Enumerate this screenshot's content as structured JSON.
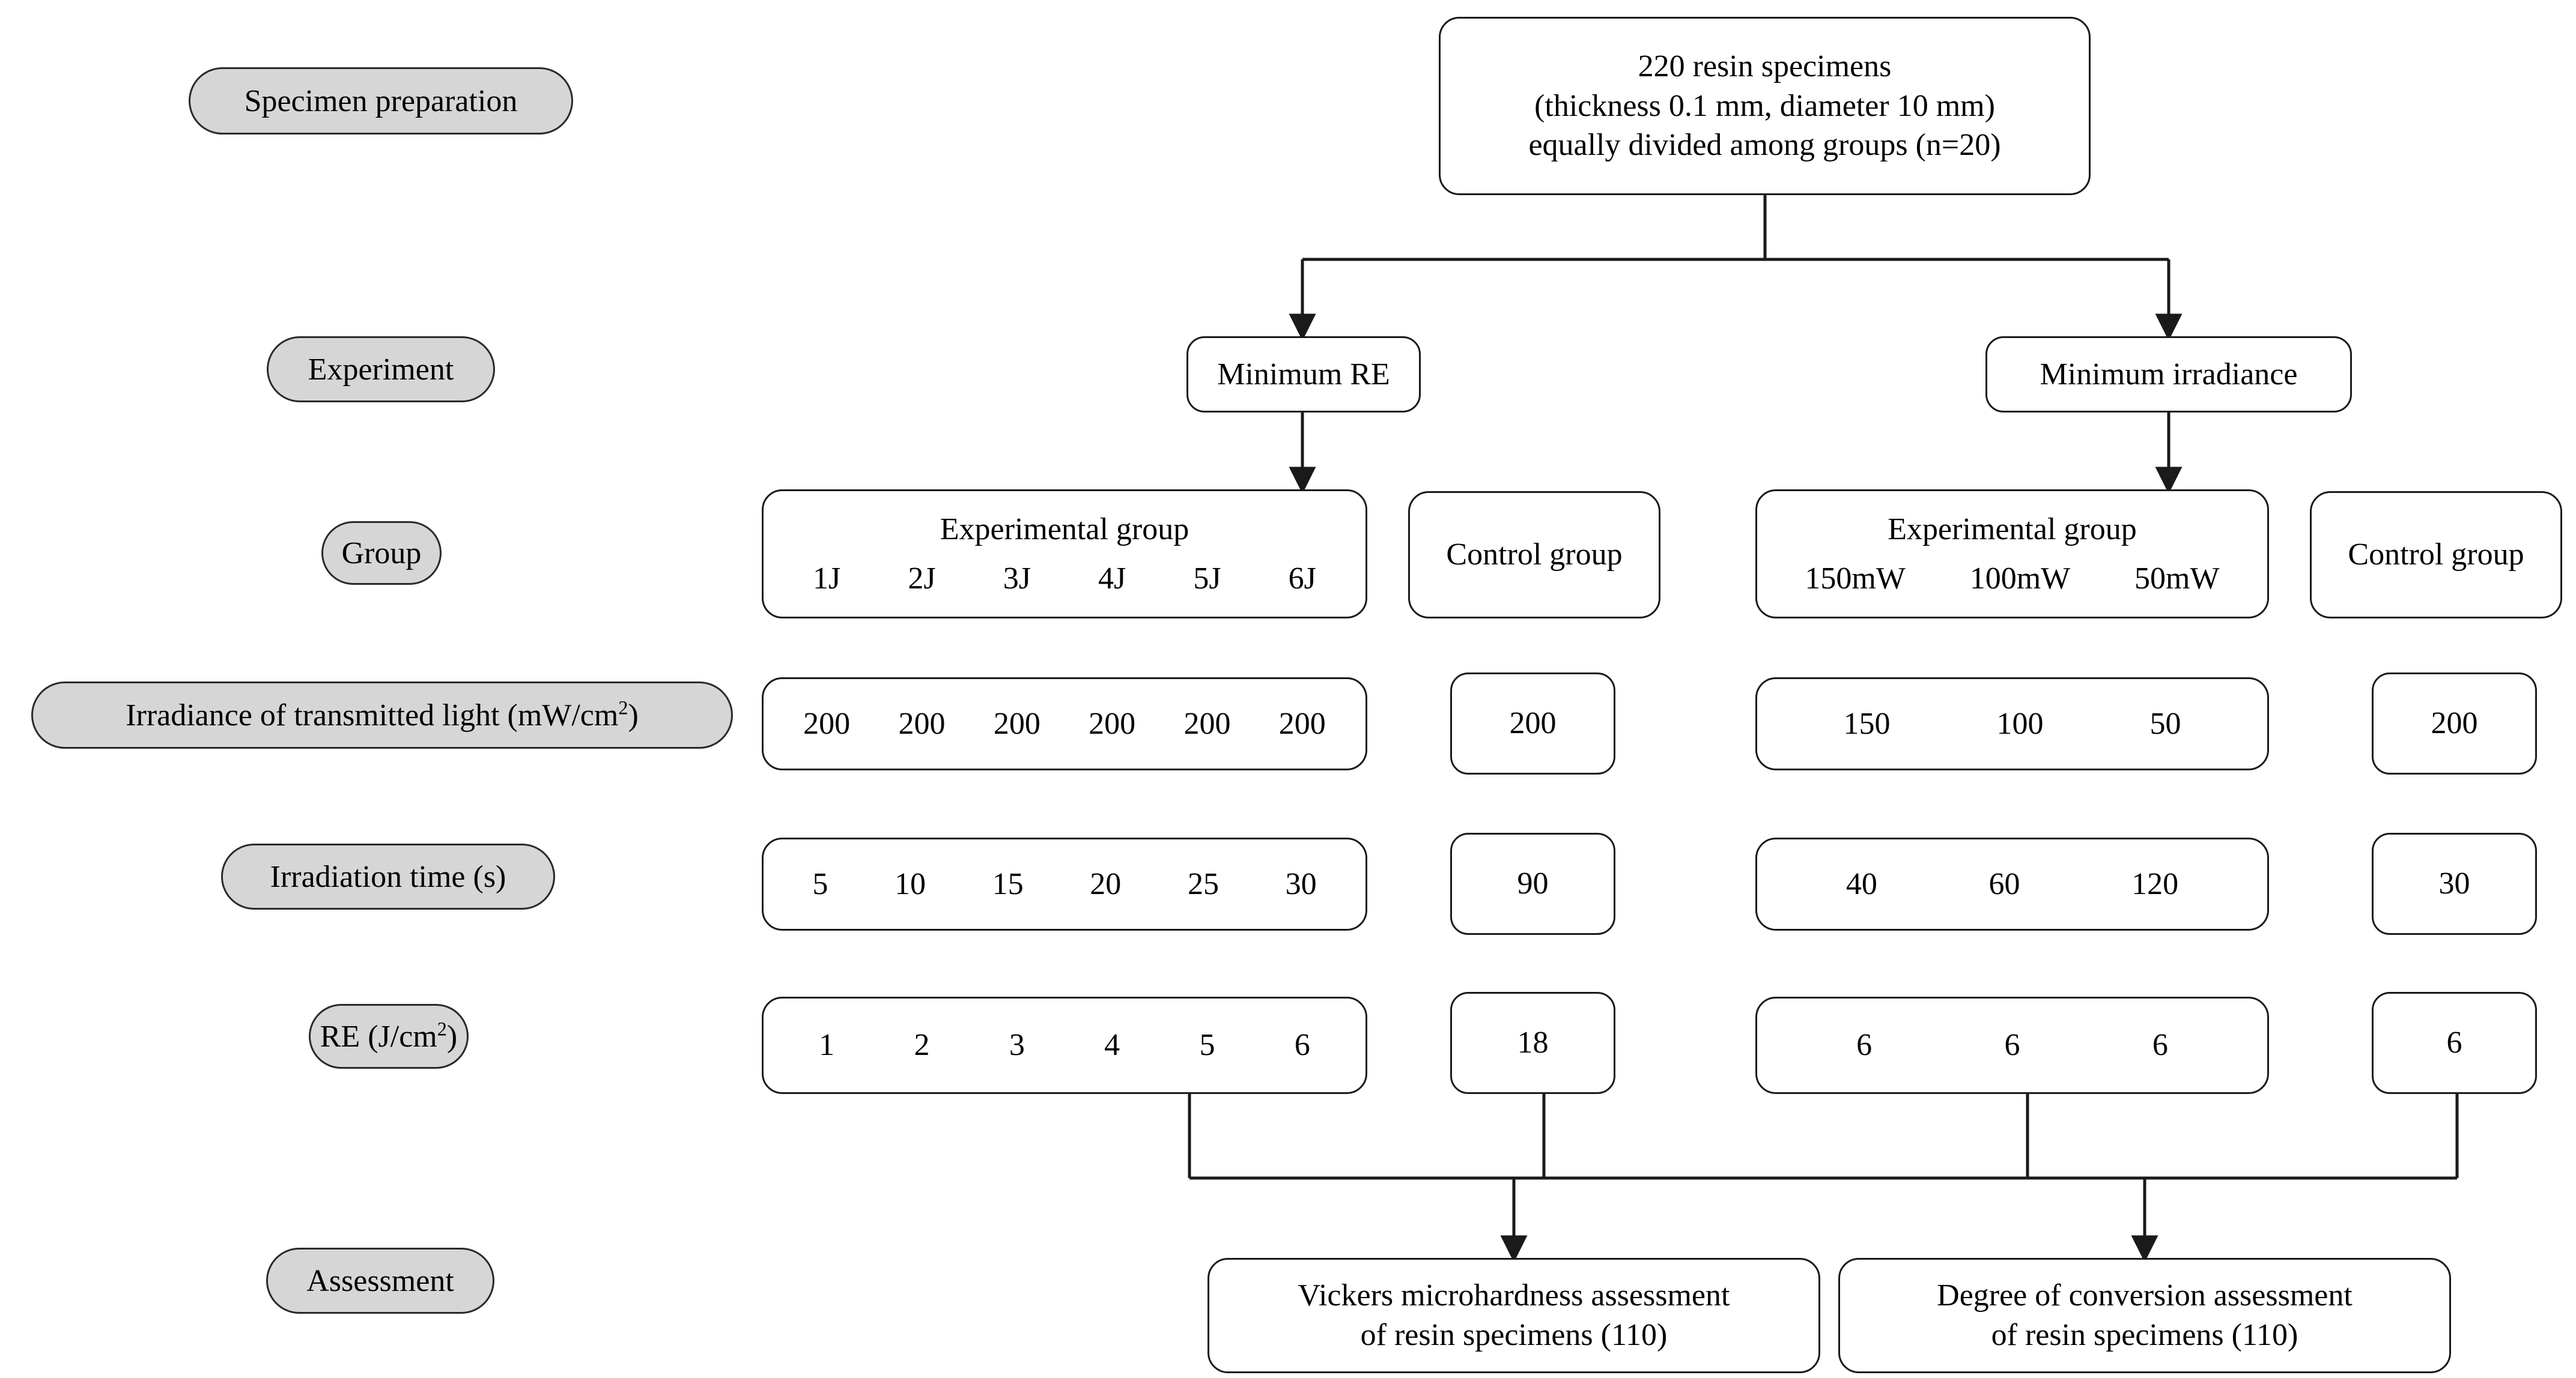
{
  "diagram": {
    "title_box": {
      "lines": [
        "220 resin specimens",
        "(thickness 0.1 mm, diameter 10 mm)",
        "equally divided among groups (n=20)"
      ]
    },
    "row_labels": [
      {
        "id": "specimen-preparation",
        "text": "Specimen preparation"
      },
      {
        "id": "experiment",
        "text": "Experiment"
      },
      {
        "id": "group",
        "text": "Group"
      },
      {
        "id": "irradiance",
        "text": "Irradiance of transmitted light (mW/cm²)"
      },
      {
        "id": "irradiation-time",
        "text": "Irradiation time (s)"
      },
      {
        "id": "re",
        "text": "RE (J/cm²)"
      },
      {
        "id": "assessment",
        "text": "Assessment"
      }
    ],
    "experiment_branches": [
      {
        "id": "minimum-re",
        "label": "Minimum RE"
      },
      {
        "id": "minimum-irradiance",
        "label": "Minimum irradiance"
      }
    ],
    "left_branch": {
      "experimental_group": {
        "header": "Experimental group",
        "labels": [
          "1J",
          "2J",
          "3J",
          "4J",
          "5J",
          "6J"
        ],
        "irradiance": [
          "200",
          "200",
          "200",
          "200",
          "200",
          "200"
        ],
        "time": [
          "5",
          "10",
          "15",
          "20",
          "25",
          "30"
        ],
        "re": [
          "1",
          "2",
          "3",
          "4",
          "5",
          "6"
        ]
      },
      "control_group": {
        "header": "Control group",
        "irradiance": "200",
        "time": "90",
        "re": "18"
      }
    },
    "right_branch": {
      "experimental_group": {
        "header": "Experimental group",
        "labels": [
          "150mW",
          "100mW",
          "50mW"
        ],
        "irradiance": [
          "150",
          "100",
          "50"
        ],
        "time": [
          "40",
          "60",
          "120"
        ],
        "re": [
          "6",
          "6",
          "6"
        ]
      },
      "control_group": {
        "header": "Control group",
        "irradiance": "200",
        "time": "30",
        "re": "6"
      }
    },
    "assessments": [
      {
        "id": "vickers",
        "line1": "Vickers microhardness assessment",
        "line2": "of resin specimens (110)"
      },
      {
        "id": "degree-of-conversion",
        "line1": "Degree of conversion assessment",
        "line2": "of resin specimens (110)"
      }
    ],
    "colors": {
      "label_fill": "#d6d6d6",
      "stroke": "#1a1a1a",
      "background": "#ffffff"
    }
  }
}
